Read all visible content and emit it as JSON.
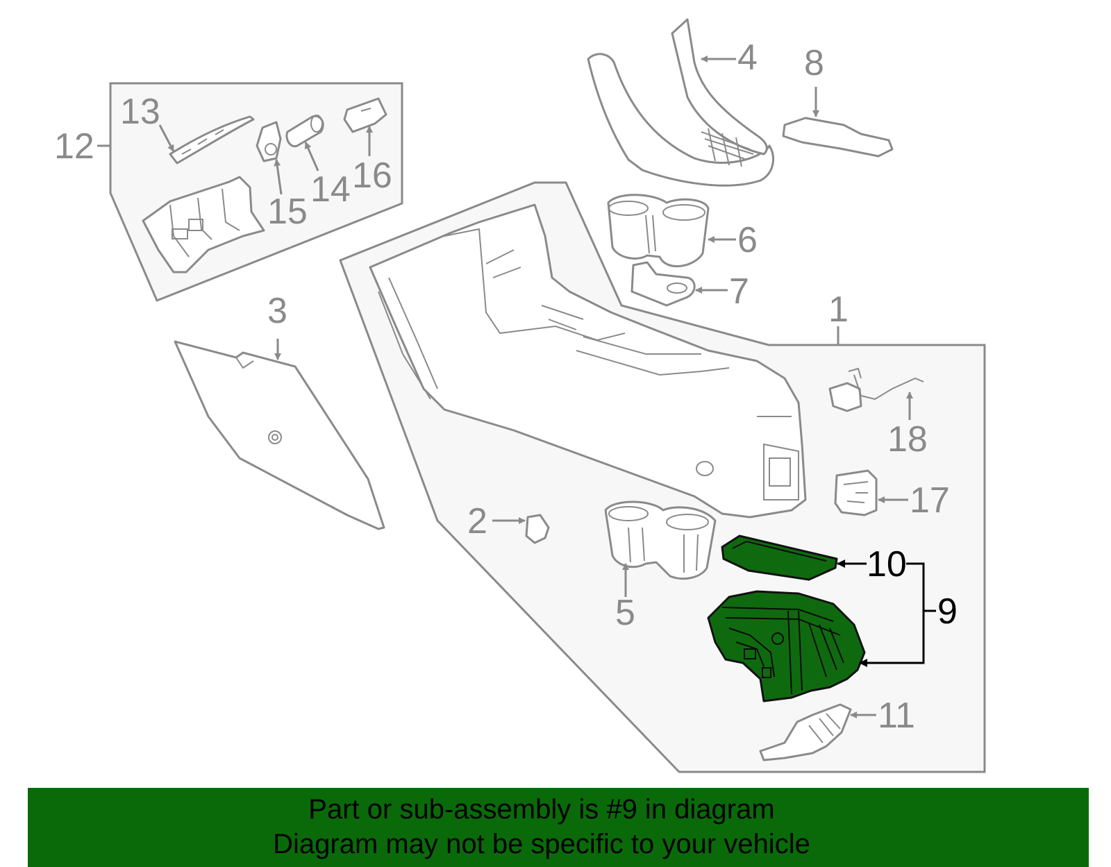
{
  "callouts": {
    "c1": "1",
    "c2": "2",
    "c3": "3",
    "c4": "4",
    "c5": "5",
    "c6": "6",
    "c7": "7",
    "c8": "8",
    "c9": "9",
    "c10": "10",
    "c11": "11",
    "c12": "12",
    "c13": "13",
    "c14": "14",
    "c15": "15",
    "c16": "16",
    "c17": "17",
    "c18": "18"
  },
  "highlighted_part": "9",
  "banner": {
    "line1": "Part or sub-assembly is #9 in diagram",
    "line2": "Diagram may not be specific to your vehicle"
  },
  "colors": {
    "highlight": "#0f6a0f",
    "banner_background": "#0a6a0a",
    "line_art": "#8a8a8a"
  }
}
